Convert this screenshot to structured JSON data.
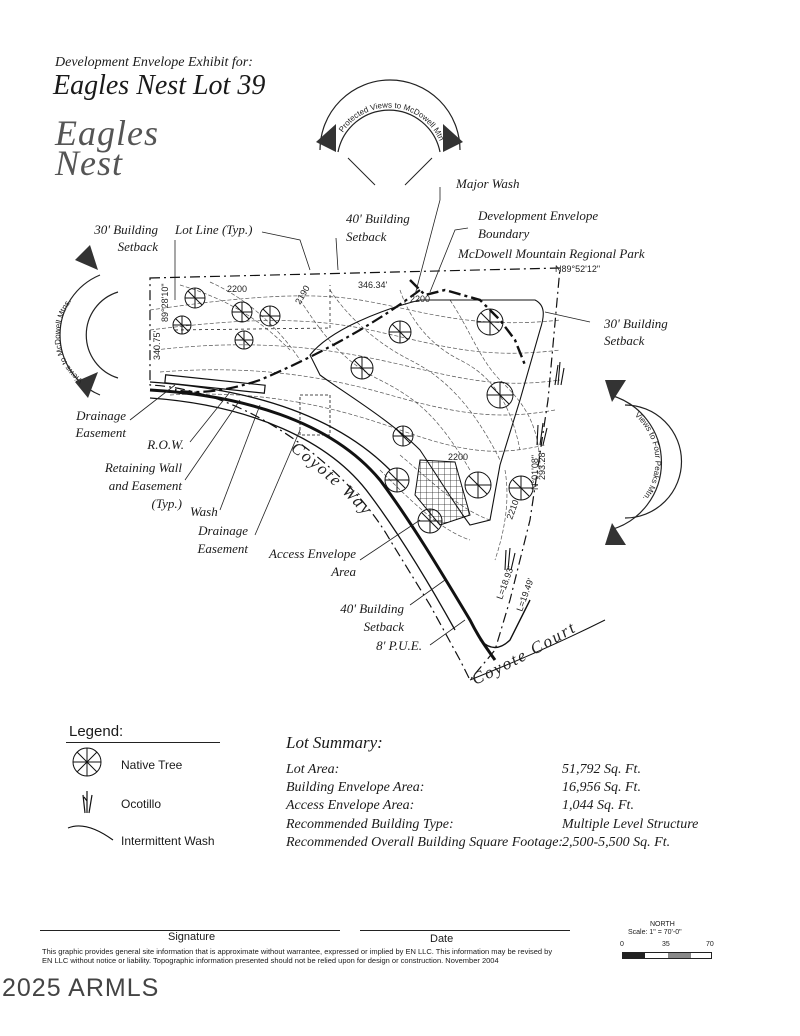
{
  "header": {
    "subtitle": "Development Envelope Exhibit for:",
    "title": "Eagles Nest Lot 39",
    "logo_text": "Eagles Nest"
  },
  "views": {
    "top": "Protected Views to McDowell Mtns.",
    "left": "Views to McDowell Mtns.",
    "right": "Views to Four Peaks Mtn."
  },
  "callouts": {
    "major_wash": "Major Wash",
    "dev_envelope_1": "Development Envelope",
    "dev_envelope_2": "Boundary",
    "park": "McDowell Mountain Regional Park",
    "setback_30_left_1": "30' Building",
    "setback_30_left_2": "Setback",
    "lot_line": "Lot Line (Typ.)",
    "setback_40_top_1": "40' Building",
    "setback_40_top_2": "Setback",
    "setback_30_right_1": "30' Building",
    "setback_30_right_2": "Setback",
    "drainage_1": "Drainage",
    "drainage_2": "Easement",
    "row": "R.O.W.",
    "retaining_1": "Retaining Wall",
    "retaining_2": "and Easement",
    "retaining_3": "(Typ.)",
    "wash": "Wash",
    "wash_drainage_1": "Drainage",
    "wash_drainage_2": "Easement",
    "access_1": "Access Envelope",
    "access_2": "Area",
    "setback_40_bottom_1": "40' Building",
    "setback_40_bottom_2": "Setback",
    "pue": "8' P.U.E."
  },
  "streets": {
    "way": "Coyote Way",
    "court": "Coyote Court"
  },
  "dimensions": {
    "top_len": "346.34'",
    "bearing_top": "N89°52'12\"",
    "left_len": "340.75'",
    "left_bearing": "89°28'10\"",
    "right_len": "293.28'",
    "right_bearing": "N°01'08\"",
    "arc_bottom": "L=18.93'",
    "arc_bottom_2": "L=19.49'"
  },
  "contours": {
    "c1": "2200",
    "c2": "2190",
    "c3": "2200",
    "c4": "2200",
    "c5": "2210"
  },
  "legend": {
    "title": "Legend:",
    "items": [
      {
        "icon": "native-tree-icon",
        "label": "Native Tree"
      },
      {
        "icon": "ocotillo-icon",
        "label": "Ocotillo"
      },
      {
        "icon": "intermittent-wash-icon",
        "label": "Intermittent Wash"
      }
    ]
  },
  "summary": {
    "title": "Lot Summary:",
    "rows": [
      {
        "label": "Lot Area:",
        "value": "51,792 Sq. Ft."
      },
      {
        "label": "Building Envelope Area:",
        "value": "16,956 Sq. Ft."
      },
      {
        "label": "Access Envelope Area:",
        "value": "1,044 Sq. Ft."
      },
      {
        "label": "Recommended Building Type:",
        "value": "Multiple Level Structure"
      },
      {
        "label": "Recommended Overall Building Square Footage:",
        "value": "2,500-5,500 Sq. Ft."
      }
    ]
  },
  "footer": {
    "signature": "Signature",
    "date": "Date",
    "disclaimer_1": "This graphic provides general site information that is approximate without warrantee, expressed or implied by EN LLC. This information may be revised by",
    "disclaimer_2": "EN LLC without notice or liability.  Topographic information presented should not be relied upon for design or construction.  November 2004",
    "north": "NORTH",
    "scale": "Scale: 1\" = 70'-0\"",
    "scale_ticks": [
      "0",
      "35",
      "70"
    ],
    "copyright": "2025 ARMLS"
  }
}
